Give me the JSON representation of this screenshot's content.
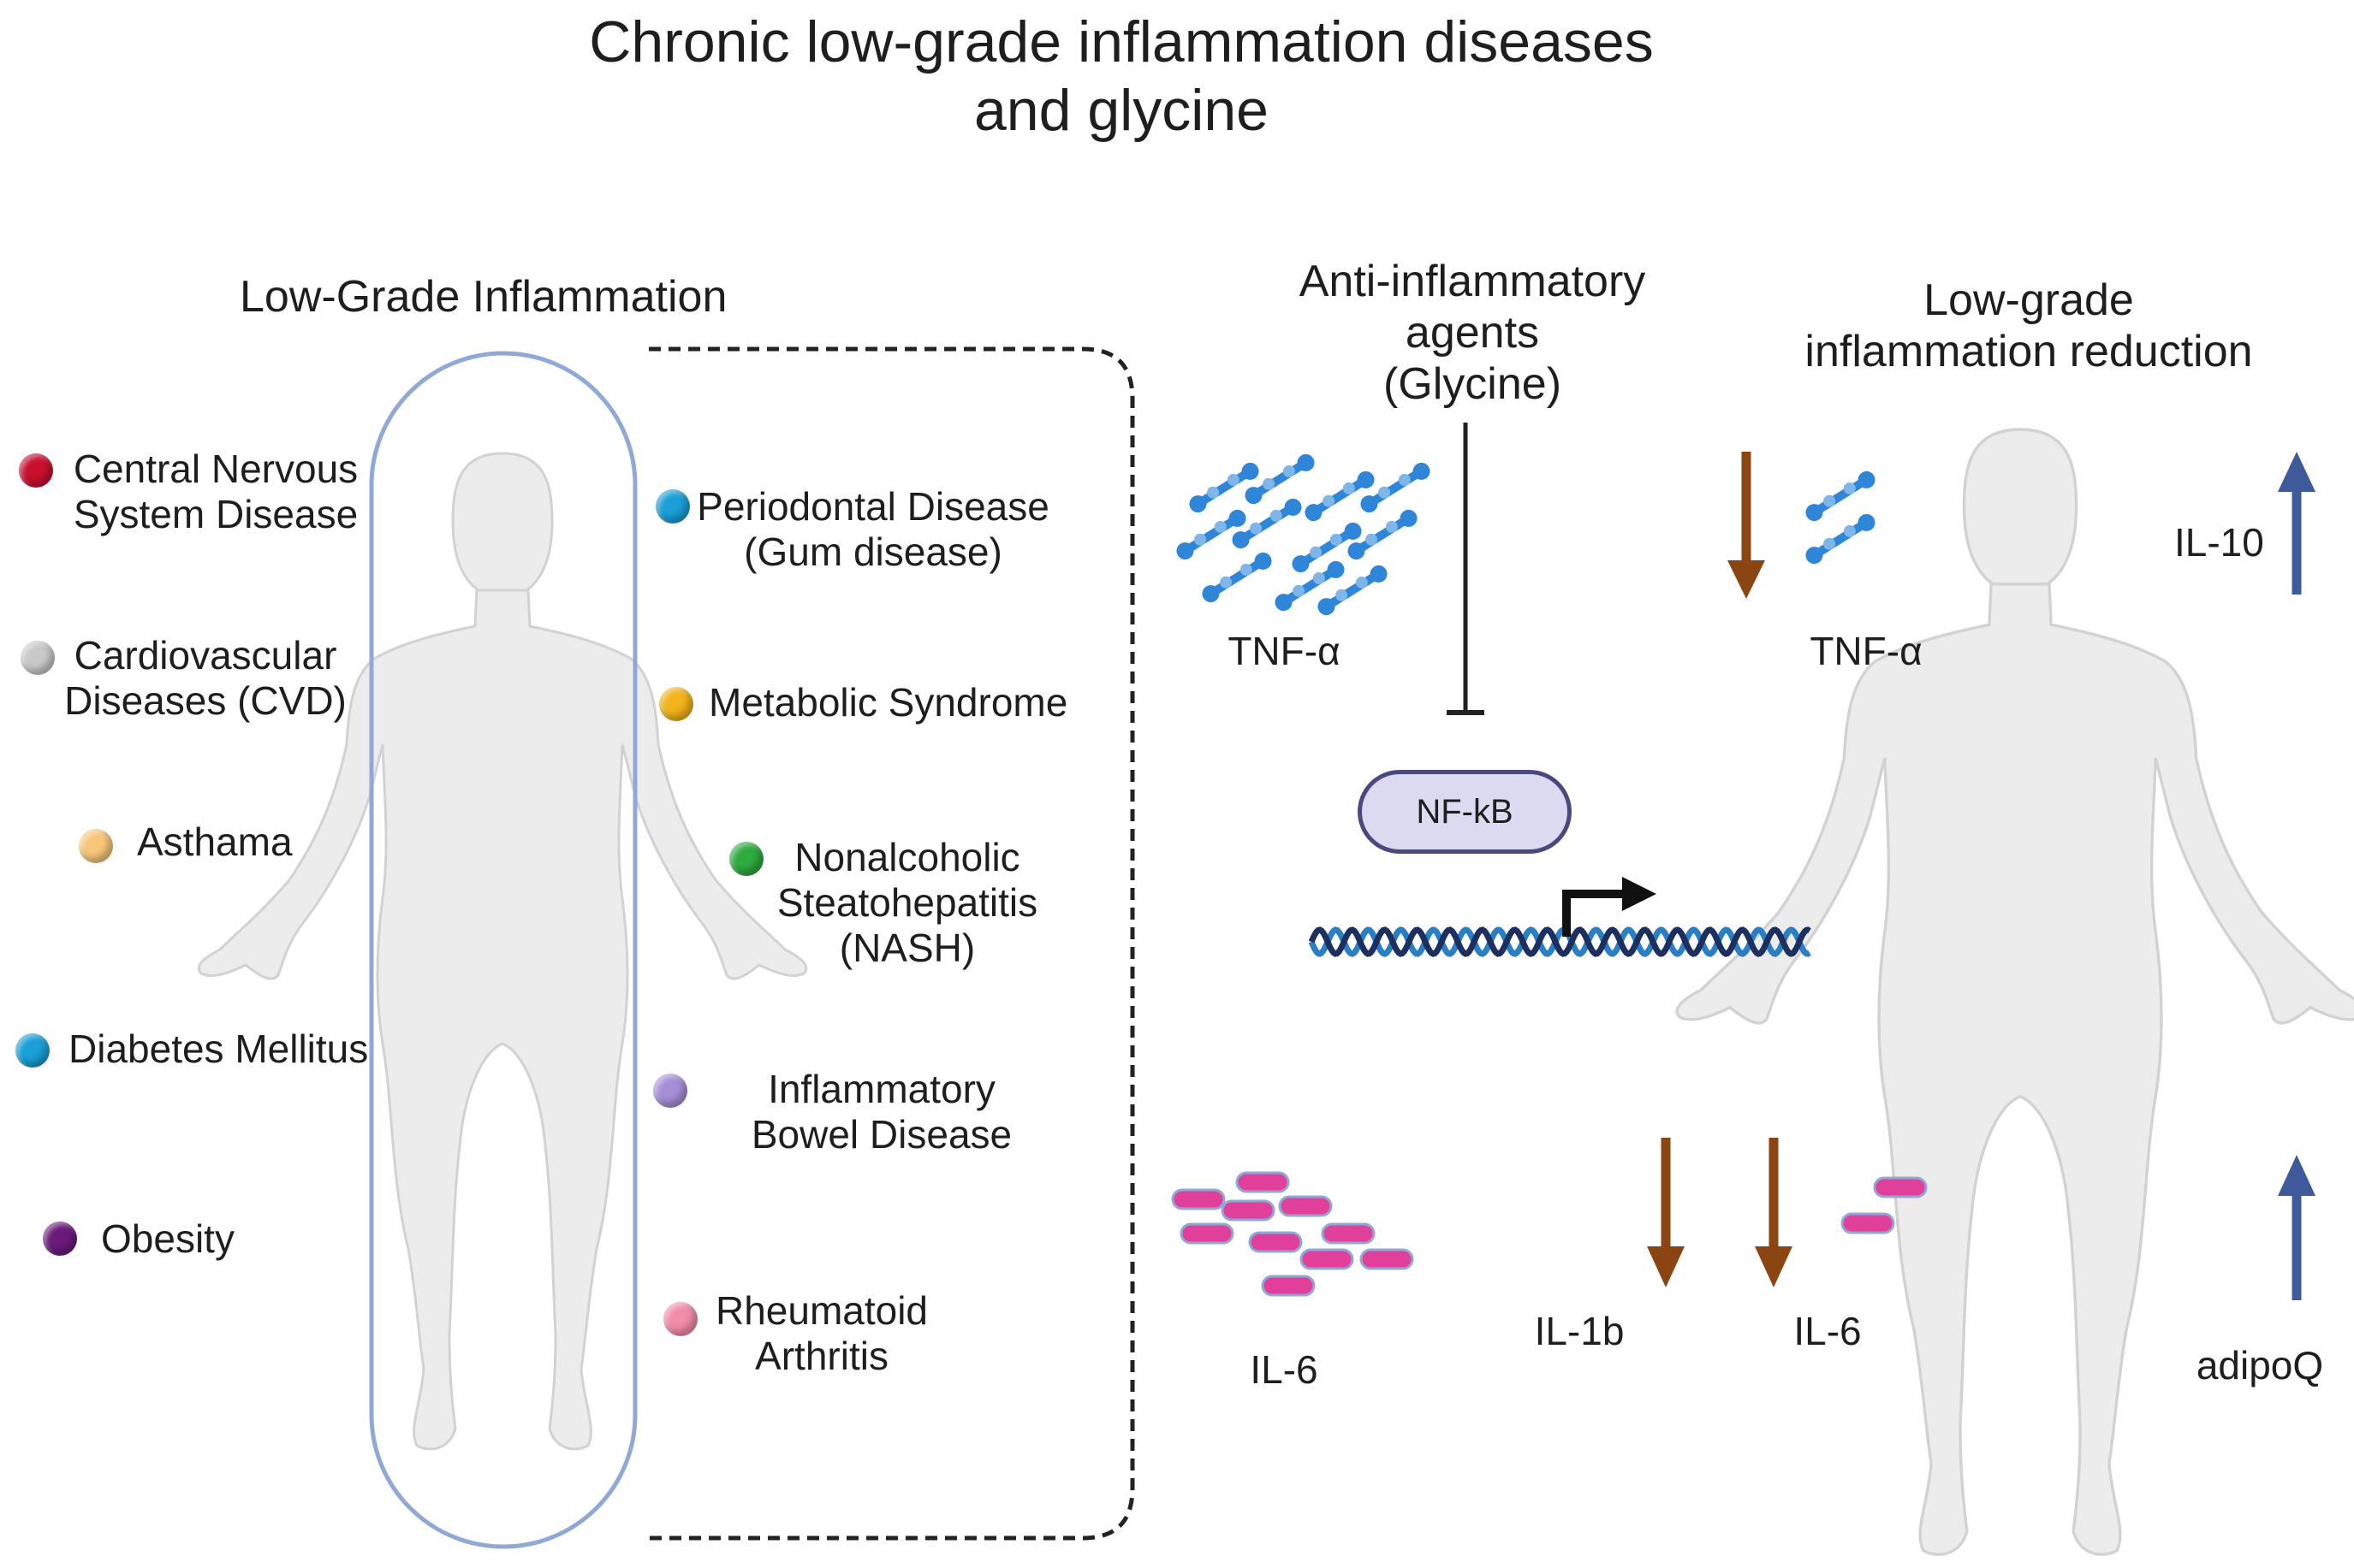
{
  "title": {
    "line1": "Chronic low-grade inflammation diseases",
    "line2": "and glycine"
  },
  "left_panel": {
    "heading": "Low-Grade Inflammation",
    "diseases_left": [
      {
        "l1": "Central Nervous",
        "l2": "System Disease",
        "color": "#c8102e"
      },
      {
        "l1": "Cardiovascular",
        "l2": "Diseases (CVD)",
        "color": "#c9c9c9"
      },
      {
        "l1": "Asthama",
        "l2": "",
        "color": "#f7c67a"
      },
      {
        "l1": "Diabetes Mellitus",
        "l2": "",
        "color": "#1a9fd6"
      },
      {
        "l1": "Obesity",
        "l2": "",
        "color": "#6a1b7a"
      }
    ],
    "diseases_right": [
      {
        "l1": "Periodontal Disease",
        "l2": "(Gum disease)",
        "l3": "",
        "color": "#1a9fd6"
      },
      {
        "l1": "Metabolic Syndrome",
        "l2": "",
        "l3": "",
        "color": "#f2b31b"
      },
      {
        "l1": "Nonalcoholic",
        "l2": "Steatohepatitis",
        "l3": "(NASH)",
        "color": "#2eaa3f"
      },
      {
        "l1": "Inflammatory",
        "l2": "Bowel Disease",
        "l3": "",
        "color": "#a78fd8"
      },
      {
        "l1": "Rheumatoid",
        "l2": "Arthritis",
        "l3": "",
        "color": "#f28ca8"
      }
    ]
  },
  "middle_panel": {
    "agent": {
      "l1": "Anti-inflammatory",
      "l2": "agents",
      "l3": "(Glycine)"
    },
    "tnf_label": "TNF-α",
    "il6_label": "IL-6",
    "nfkb_label": "NF-kB"
  },
  "right_panel": {
    "heading": {
      "l1": "Low-grade",
      "l2": "inflammation reduction"
    },
    "tnf_label": "TNF-α",
    "il10_label": "IL-10",
    "il1b_label": "IL-1b",
    "il6_label": "IL-6",
    "adipoq_label": "adipoQ",
    "down_color": "#8b4513",
    "up_color": "#3f5a9a"
  },
  "colors": {
    "capsule_border": "#8fa8d6",
    "body_fill": "#ececec",
    "body_stroke": "#d2d2d2",
    "tnf_blue": "#2f86d8",
    "il6_pink": "#e0409a",
    "dna_blue": "#2a7fc4",
    "dna_navy": "#1d2f5e"
  }
}
